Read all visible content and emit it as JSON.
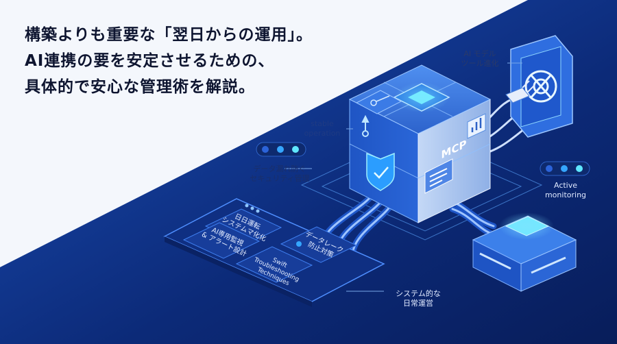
{
  "headline": {
    "line1": "構築よりも重要な「翌日からの運用」。",
    "line2": "AI連携の要を安定させるための、",
    "line3": "具体的で安心な管理術を解説。"
  },
  "cube": {
    "label": "MCP"
  },
  "labels": {
    "ai_model_1": "AI モデル",
    "ai_model_2": "ツール進化",
    "stable_1": "stable",
    "stable_2": "operation",
    "security_1": "データ漏れ防ぐ",
    "security_2": "セキュリティ管理",
    "active_1": "Active",
    "active_2": "monitoring",
    "system_1": "システム的な",
    "system_2": "日常運営"
  },
  "panel": {
    "item1_1": "日日運転",
    "item1_2": "システムマ化化",
    "item2_1": "AI専用監視",
    "item2_2": "& アラート設計",
    "item3_1": "データレーク",
    "item3_2": "防止対策",
    "item4_1": "Swift",
    "item4_2": "Troubleshooting",
    "item4_3": "Techniques"
  },
  "colors": {
    "accent": "#35c8ff",
    "navy": "#0d2a74",
    "light": "#f4f7fc"
  },
  "icons": [
    "chip-icon",
    "shield-check-icon",
    "document-icon",
    "link-icon",
    "bar-chart-icon",
    "openai-logo-icon",
    "plug-icon",
    "status-lights-icon",
    "server-icon"
  ]
}
